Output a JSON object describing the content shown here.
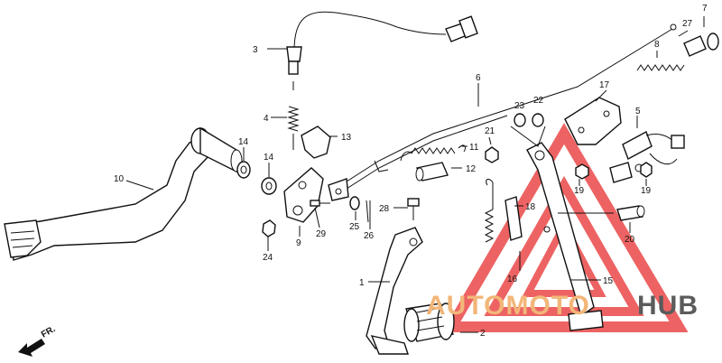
{
  "callouts": {
    "c1": "1",
    "c2": "2",
    "c3": "3",
    "c4": "4",
    "c5": "5",
    "c6": "6",
    "c7": "7",
    "c8": "8",
    "c9": "9",
    "c10": "10",
    "c11": "11",
    "c12": "12",
    "c13": "13",
    "c14a": "14",
    "c14b": "14",
    "c15": "15",
    "c16": "16",
    "c17": "17",
    "c18": "18",
    "c19a": "19",
    "c19b": "19",
    "c20": "20",
    "c21": "21",
    "c22": "22",
    "c23": "23",
    "c24": "24",
    "c25": "25",
    "c26": "26",
    "c27": "27",
    "c28": "28",
    "c29": "29"
  },
  "watermark": {
    "part1": "AUTOMOTO",
    "part2": "HUB",
    "accent_color": "#f2b679",
    "triangle_color": "#e83030",
    "dark_color": "#5b5b5b"
  },
  "direction_label": "FR."
}
